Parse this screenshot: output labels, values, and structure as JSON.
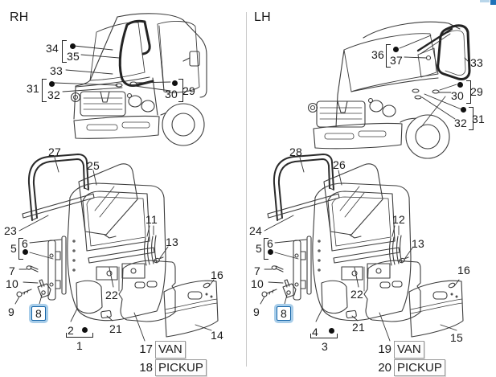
{
  "left": {
    "side_label": "RH",
    "callouts": {
      "c34": "34",
      "c35": "35",
      "c33": "33",
      "c31": "31",
      "c32": "32",
      "c30": "30",
      "c29": "29",
      "c27": "27",
      "c25": "25",
      "c23": "23",
      "c5": "5",
      "c6": "6",
      "c7": "7",
      "c10": "10",
      "c9": "9",
      "c8": "8",
      "c2": "2",
      "c1": "1",
      "c22": "22",
      "c21": "21",
      "c11": "11",
      "c13": "13",
      "c16": "16",
      "c14": "14"
    },
    "variant_box": {
      "row1_num": "17",
      "row1_label": "VAN",
      "row2_num": "18",
      "row2_label": "PICKUP"
    }
  },
  "right": {
    "side_label": "LH",
    "callouts": {
      "c36": "36",
      "c37": "37",
      "c33": "33",
      "c30": "30",
      "c29": "29",
      "c32": "32",
      "c31": "31",
      "c28": "28",
      "c26": "26",
      "c24": "24",
      "c5": "5",
      "c6": "6",
      "c7": "7",
      "c10": "10",
      "c9": "9",
      "c8": "8",
      "c4": "4",
      "c3": "3",
      "c22": "22",
      "c21": "21",
      "c12": "12",
      "c13": "13",
      "c16": "16",
      "c15": "15"
    },
    "variant_box": {
      "row1_num": "19",
      "row1_label": "VAN",
      "row2_num": "20",
      "row2_label": "PICKUP"
    }
  },
  "colors": {
    "highlight_border": "#1565a8",
    "highlight_halo": "#a8cde9",
    "fragment_light": "#b9d6ea",
    "fragment_dark": "#1f71b8",
    "divider": "#c9c9c9",
    "line_art": "#3c3c3c"
  }
}
